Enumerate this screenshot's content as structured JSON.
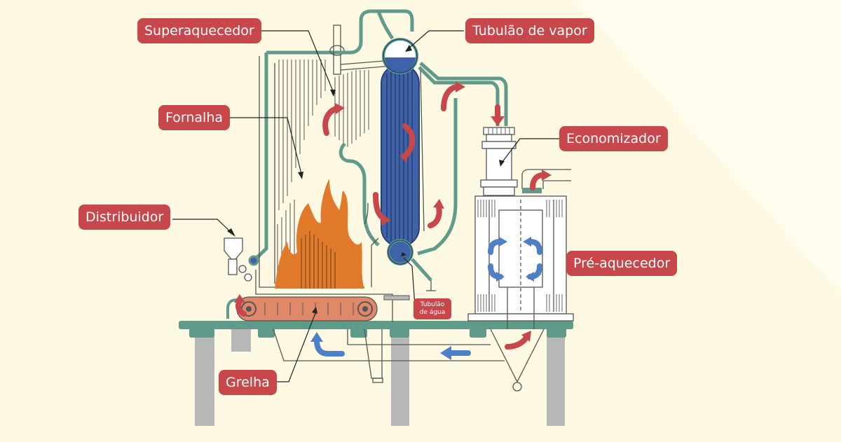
{
  "labels": {
    "superaquecedor": "Superaquecedor",
    "tubulao_vapor": "Tubulão de vapor",
    "fornalha": "Fornalha",
    "economizador": "Economizador",
    "distribuidor": "Distribuidor",
    "pre_aquecedor": "Pré-aquecedor",
    "grelha": "Grelha",
    "tubulao_agua_line1": "Tubulão",
    "tubulao_agua_line2": "de água"
  },
  "colors": {
    "background": "#fdf9e3",
    "pipe": "#5f9a8b",
    "label": "#c7474b",
    "flame": "#e07a2a",
    "water_tubes": "#3e63a8",
    "hot_arrow": "#c7474b",
    "cold_arrow": "#4f7fc4",
    "grate": "#e0896a",
    "support": "#b8b8b8"
  }
}
